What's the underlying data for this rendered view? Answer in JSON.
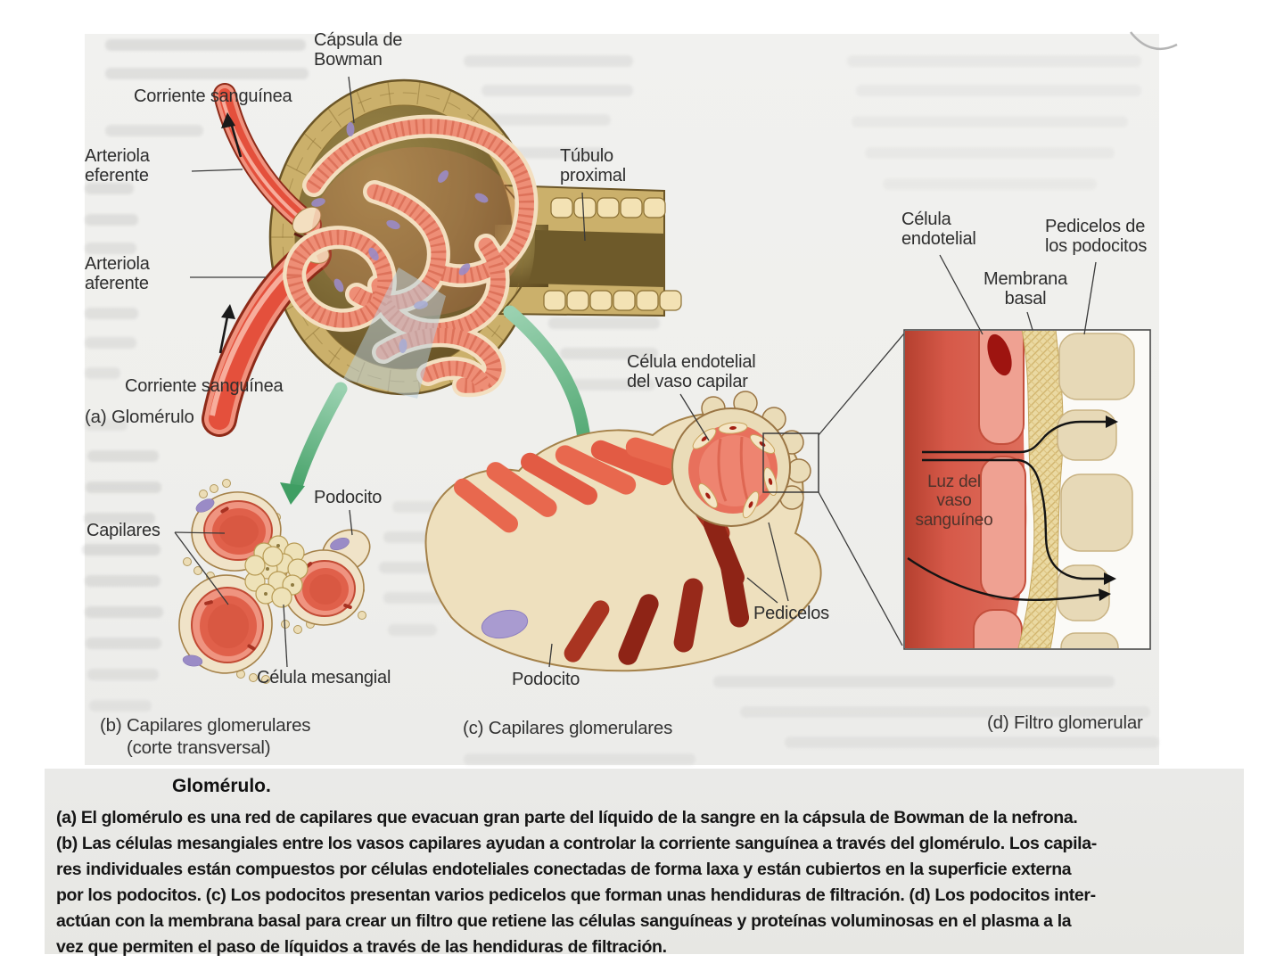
{
  "figure": {
    "panel_a": {
      "title": "(a) Glomérulo",
      "labels": {
        "capsula_bowman": "Cápsula de Bowman",
        "corriente_sanguinea_superior": "Corriente sanguínea",
        "arteriola_eferente": "Arteriola eferente",
        "arteriola_aferente": "Arteriola aferente",
        "corriente_sanguinea_inferior": "Corriente sanguínea",
        "tubulo_proximal": "Túbulo proximal"
      }
    },
    "panel_b": {
      "title": "(b) Capilares glomerulares",
      "subtitle": "(corte transversal)",
      "labels": {
        "capilares": "Capilares",
        "podocito": "Podocito",
        "celula_mesangial": "Célula mesangial"
      }
    },
    "panel_c": {
      "title": "(c) Capilares glomerulares",
      "labels": {
        "celula_endotelial": "Célula endotelial del vaso capilar",
        "pedicelos": "Pedicelos",
        "podocito": "Podocito"
      }
    },
    "panel_d": {
      "title": "(d) Filtro glomerular",
      "labels": {
        "celula_endotelial": "Célula endotelial",
        "pedicelos_podocitos": "Pedicelos de los podocitos",
        "membrana_basal": "Membrana basal",
        "luz_vaso": "Luz del vaso sanguíneo"
      }
    },
    "caption": {
      "title": "Glomérulo.",
      "lines": [
        "(a) El glomérulo es una red de capilares que evacuan gran parte del líquido de la sangre en la cápsula de Bowman de la nefrona.",
        "(b) Las células mesangiales entre los vasos capilares ayudan a controlar la corriente sanguínea a través del glomérulo. Los capila-",
        "res individuales están compuestos por células endoteliales conectadas de forma laxa y están cubiertos en la superficie externa",
        "por los podocitos. (c) Los podocitos presentan varios pedicelos que forman unas hendiduras de filtración. (d) Los podocitos inter-",
        "actúan con la membrana basal para crear un filtro que retiene las células sanguíneas y proteínas voluminosas en el plasma a la",
        "vez que permiten el paso de líquidos a través de las hendiduras de filtración."
      ]
    },
    "colors": {
      "page_bg": "#f0f0ee",
      "caption_bg": "#e9e9e6",
      "capsule_tan": "#cbb06b",
      "capsule_interior": "#7a6430",
      "cream_cell": "#eee0be",
      "salmon": "#ee9480",
      "capillary_red": "#e0604a",
      "deep_red": "#8e2416",
      "arteriole_red": "#e4503c",
      "green_arrow": "#3f9e63",
      "nucleus_purple": "#9a8bc6",
      "membrane_yellow": "#ead9a2"
    }
  }
}
